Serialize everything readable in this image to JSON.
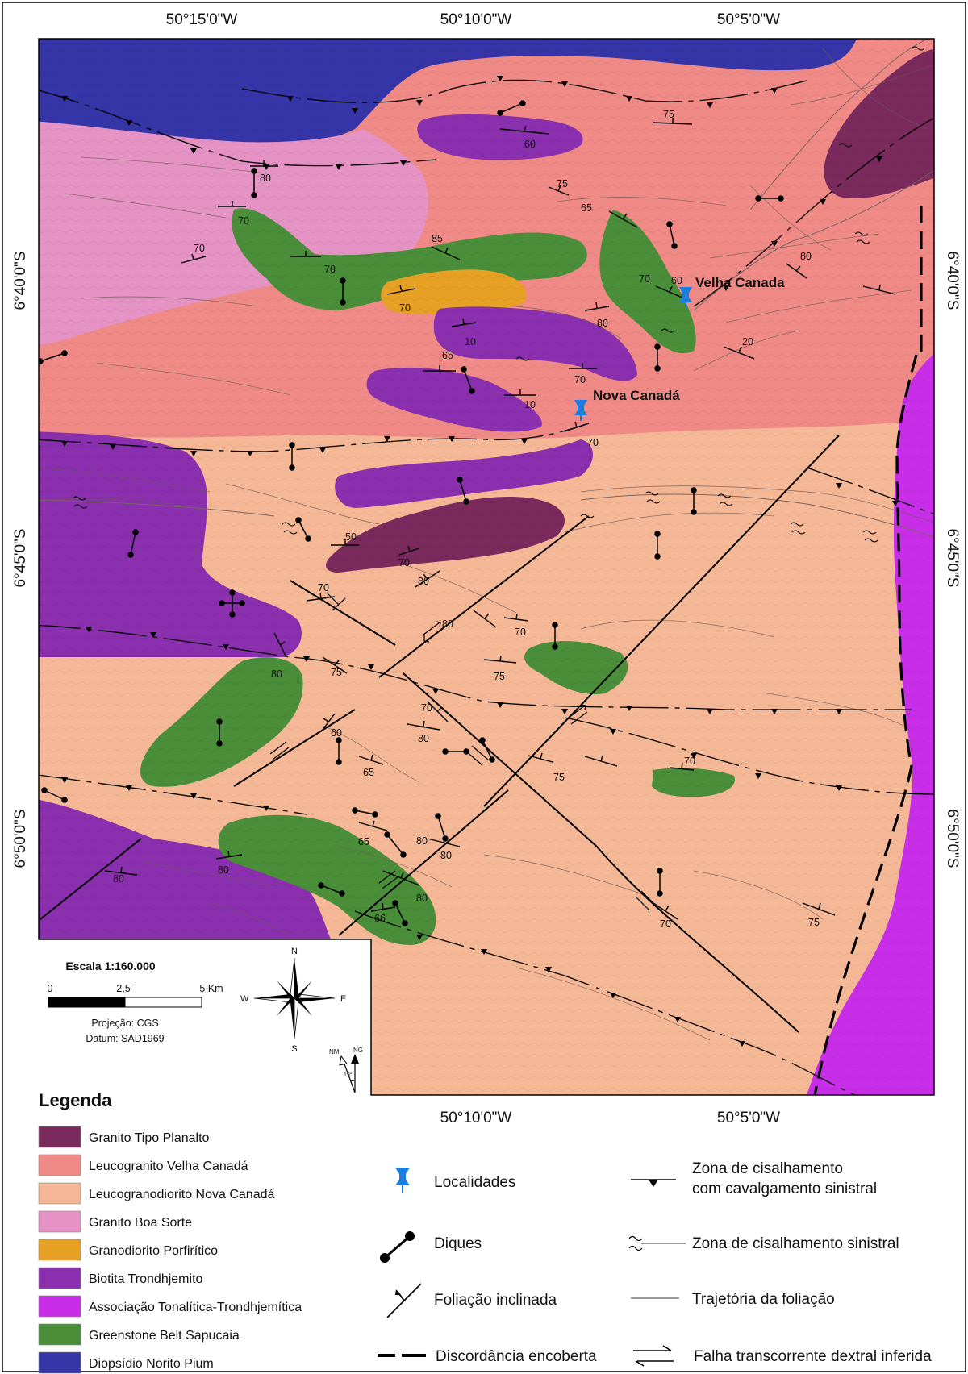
{
  "coords": {
    "top": [
      "50°15'0\"W",
      "50°10'0\"W",
      "50°5'0\"W"
    ],
    "bottom": [
      "50°10'0\"W",
      "50°5'0\"W"
    ],
    "left": [
      "6°40'0\"S",
      "6°45'0\"S",
      "6°50'0\"S"
    ],
    "right": [
      "6°40'0\"S",
      "6°45'0\"S",
      "6°50'0\"S"
    ]
  },
  "places": {
    "velha": "Velha Canada",
    "nova": "Nova Canadá"
  },
  "measurements": [
    "75",
    "60",
    "80",
    "75",
    "70",
    "65",
    "70",
    "60",
    "85",
    "70",
    "80",
    "70",
    "10",
    "80",
    "20",
    "70",
    "65",
    "70",
    "10",
    "70",
    "50",
    "70",
    "80",
    "70",
    "80",
    "70",
    "75",
    "75",
    "80",
    "70",
    "80",
    "60",
    "65",
    "75",
    "70",
    "80",
    "65",
    "80",
    "66",
    "80",
    "80",
    "80",
    "70",
    "75"
  ],
  "scale": {
    "title": "Escala 1:160.000",
    "ticks": [
      "0",
      "2,5",
      "5 Km"
    ],
    "projection": "Projeção: CGS",
    "datum": "Datum: SAD1969"
  },
  "compass": {
    "n": "N",
    "s": "S",
    "e": "E",
    "w": "W",
    "nm": "NM",
    "ng": "NG",
    "declination": "19°"
  },
  "legend": {
    "title": "Legenda",
    "units": [
      {
        "label": "Granito Tipo Planalto",
        "color": "#7a2a5c"
      },
      {
        "label": " Leucogranito Velha Canadá",
        "color": "#ef8a86"
      },
      {
        "label": " Leucogranodiorito Nova Canadá",
        "color": "#f5b896"
      },
      {
        "label": "Granito Boa Sorte",
        "color": "#e592c4"
      },
      {
        "label": "Granodiorito Porfirítico",
        "color": "#e6a023"
      },
      {
        "label": "Biotita Trondhjemito",
        "color": "#8a2fae"
      },
      {
        "label": "Associação Tonalítica-Trondhjemítica",
        "color": "#c82ee8"
      },
      {
        "label": "Greenstone Belt Sapucaia",
        "color": "#4a8e3a"
      },
      {
        "label": "Diopsídio Norito Pium",
        "color": "#3535a8"
      }
    ],
    "symbols": {
      "localidades": "Localidades",
      "diques": "Diques",
      "foliacao": "Foliação inclinada",
      "discordancia": "Discordância encoberta",
      "zona_cav_1": "Zona de cisalhamento",
      "zona_cav_2": "com cavalgamento sinistral",
      "zona_sin": "Zona de cisalhamento sinistral",
      "trajetoria": "Trajetória da foliação",
      "falha": "Falha transcorrente dextral inferida"
    }
  },
  "colors": {
    "accent": "#1a7de0",
    "frame": "#000000"
  }
}
